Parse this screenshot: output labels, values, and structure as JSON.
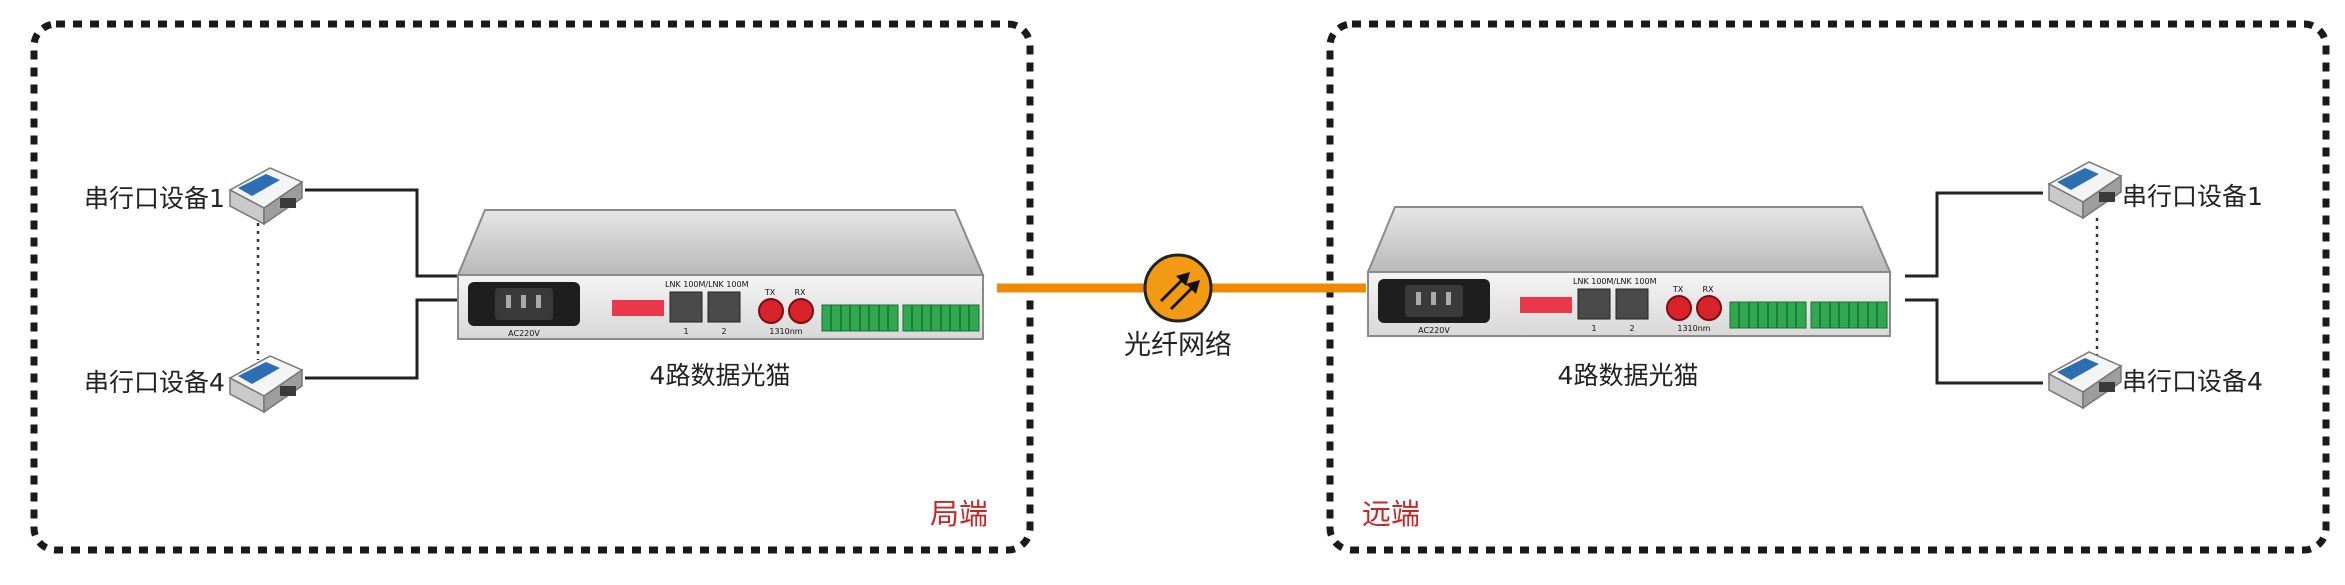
{
  "local": {
    "area_label": "局端",
    "device_top_label": "串行口设备1",
    "device_bottom_label": "串行口设备4",
    "modem_label": "4路数据光猫"
  },
  "remote": {
    "area_label": "远端",
    "device_top_label": "串行口设备1",
    "device_bottom_label": "串行口设备4",
    "modem_label": "4路数据光猫"
  },
  "network": {
    "label": "光纤网络"
  },
  "panel_text": {
    "power": "AC220V",
    "ports_header": "LNK 100M/LNK 100M",
    "port1": "1",
    "port2": "2",
    "tx": "TX",
    "rx": "RX",
    "wavelength": "1310nm"
  },
  "colors": {
    "border": "#1a1a1a",
    "fiber": "#f08a00",
    "area_label": "#c62828",
    "terminal": "#2fa84f",
    "fc_port": "#d8232a",
    "dip": "#e8384a"
  }
}
